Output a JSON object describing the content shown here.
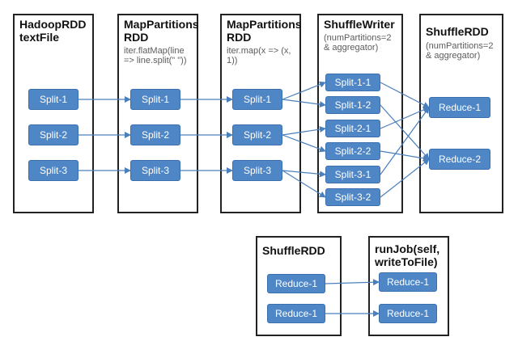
{
  "colors": {
    "node_fill": "#4f86c6",
    "node_border": "#3a70ad",
    "node_text": "#ffffff",
    "arrow": "#4a7fbd",
    "panel_border": "#222222"
  },
  "top": {
    "hadoop": {
      "title": "HadoopRDD\ntextFile",
      "nodes": [
        "Split-1",
        "Split-2",
        "Split-3"
      ]
    },
    "flatmap": {
      "title": "MapPartitions\nRDD",
      "subtitle": "iter.flatMap(line\n=> line.split(\" \"))",
      "nodes": [
        "Split-1",
        "Split-2",
        "Split-3"
      ]
    },
    "map": {
      "title": "MapPartitions\nRDD",
      "subtitle": "iter.map(x => (x,\n1))",
      "nodes": [
        "Split-1",
        "Split-2",
        "Split-3"
      ]
    },
    "writer": {
      "title": "ShuffleWriter",
      "subtitle": "(numPartitions=2\n& aggregator)",
      "nodes": [
        "Split-1-1",
        "Split-1-2",
        "Split-2-1",
        "Split-2-2",
        "Split-3-1",
        "Split-3-2"
      ]
    },
    "shufflerdd": {
      "title": "ShuffleRDD",
      "subtitle": "(numPartitions=2\n& aggregator)",
      "nodes": [
        "Reduce-1",
        "Reduce-2"
      ]
    }
  },
  "bottom": {
    "shufflerdd": {
      "title": "ShuffleRDD",
      "nodes": [
        "Reduce-1",
        "Reduce-1"
      ]
    },
    "runjob": {
      "title": "runJob(self,\nwriteToFile)",
      "nodes": [
        "Reduce-1",
        "Reduce-1"
      ]
    }
  }
}
